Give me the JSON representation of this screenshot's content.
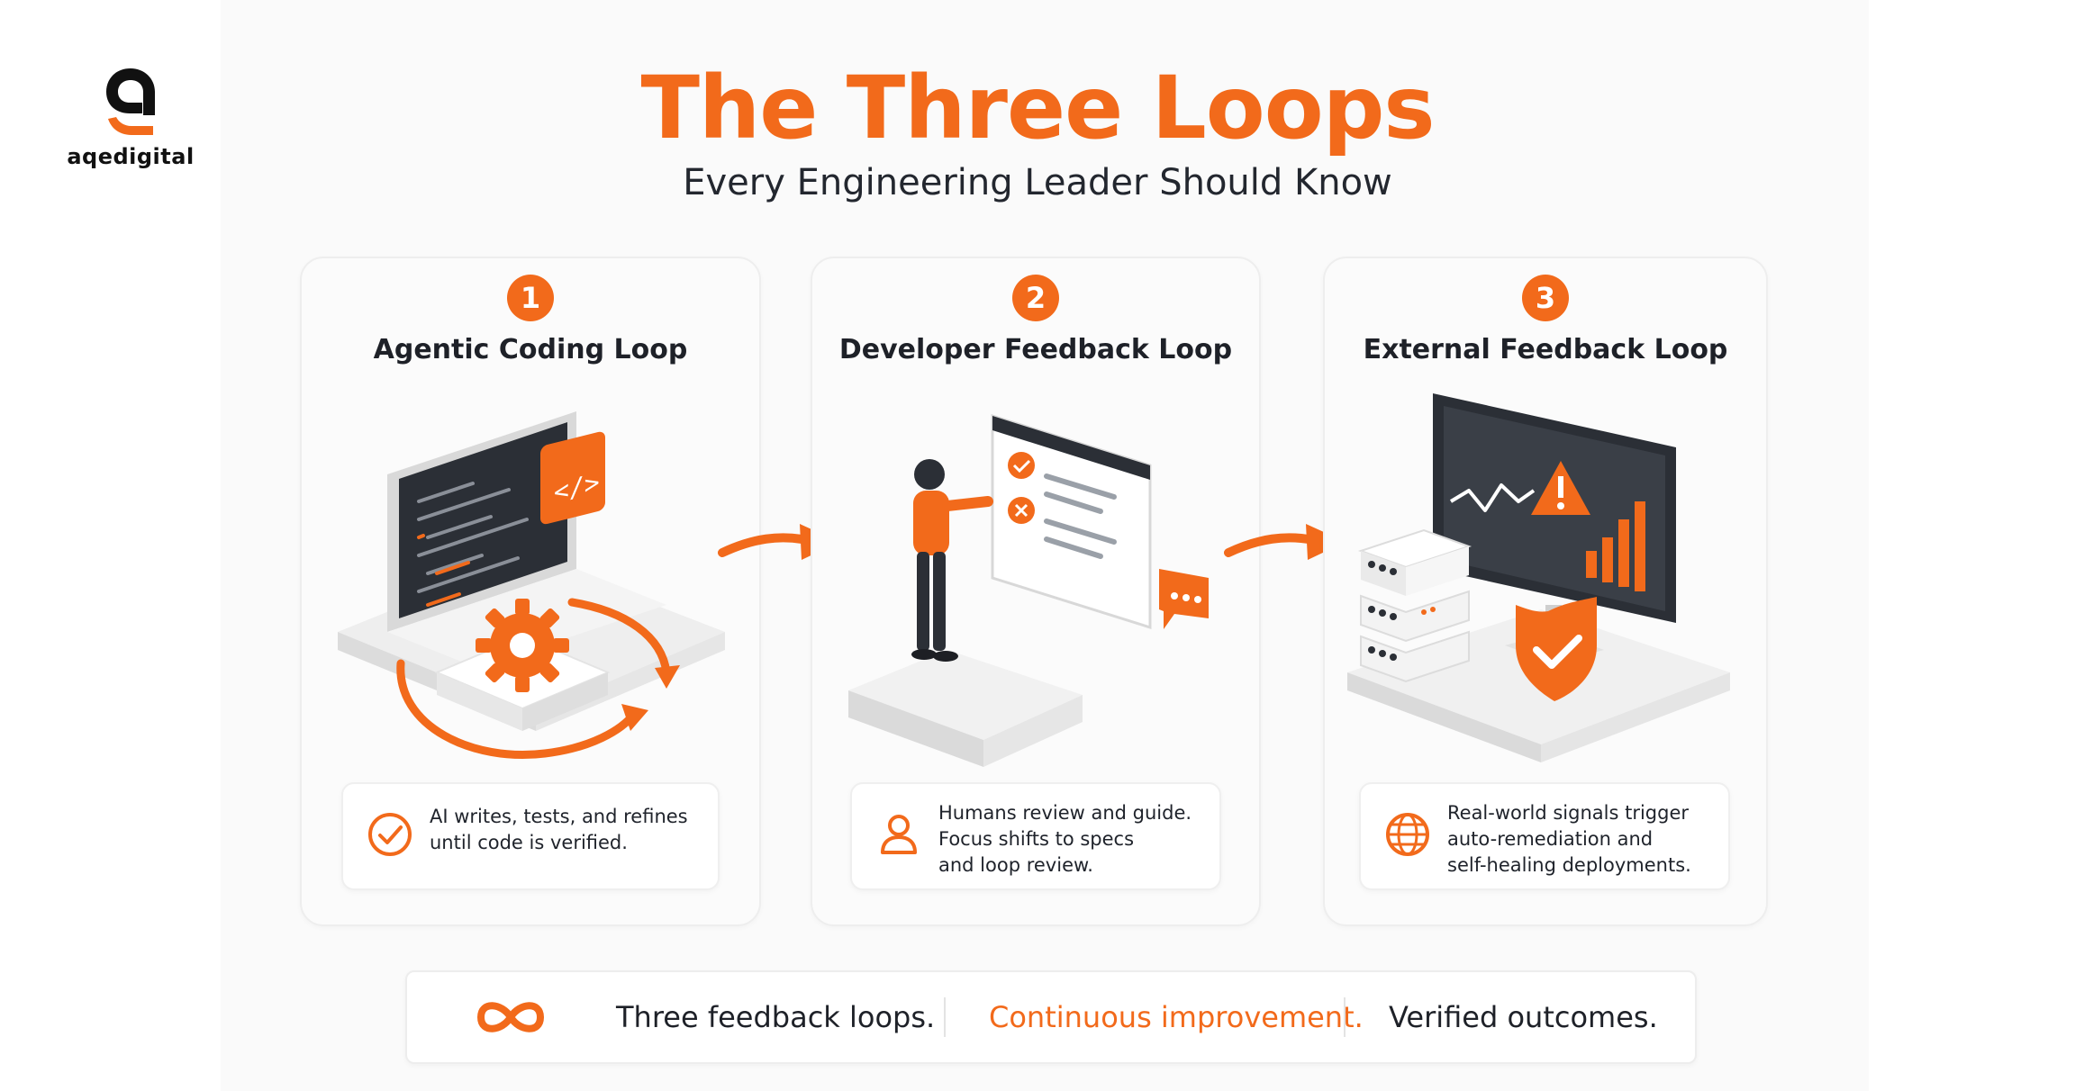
{
  "brand": {
    "name": "aqedigital"
  },
  "header": {
    "title": "The Three Loops",
    "subtitle": "Every Engineering Leader Should Know"
  },
  "colors": {
    "accent": "#f26a1b",
    "dark": "#2b2f36",
    "text": "#1f2430"
  },
  "loops": [
    {
      "number": "1",
      "title": "Agentic Coding Loop",
      "illustration": "laptop-code-gear-cycle",
      "icon": "check-circle-icon",
      "description": "AI writes, tests, and refines\nuntil code is verified."
    },
    {
      "number": "2",
      "title": "Developer Feedback Loop",
      "illustration": "developer-reviewing-panel",
      "icon": "person-icon",
      "description": "Humans review and guide.\nFocus shifts to specs\nand loop review."
    },
    {
      "number": "3",
      "title": "External Feedback Loop",
      "illustration": "monitor-alert-servers-shield",
      "icon": "globe-icon",
      "description": "Real-world signals trigger\nauto-remediation and\nself-healing deployments."
    }
  ],
  "banner": {
    "icon": "infinity-icon",
    "items": [
      "Three feedback loops.",
      "Continuous improvement.",
      "Verified outcomes."
    ]
  }
}
